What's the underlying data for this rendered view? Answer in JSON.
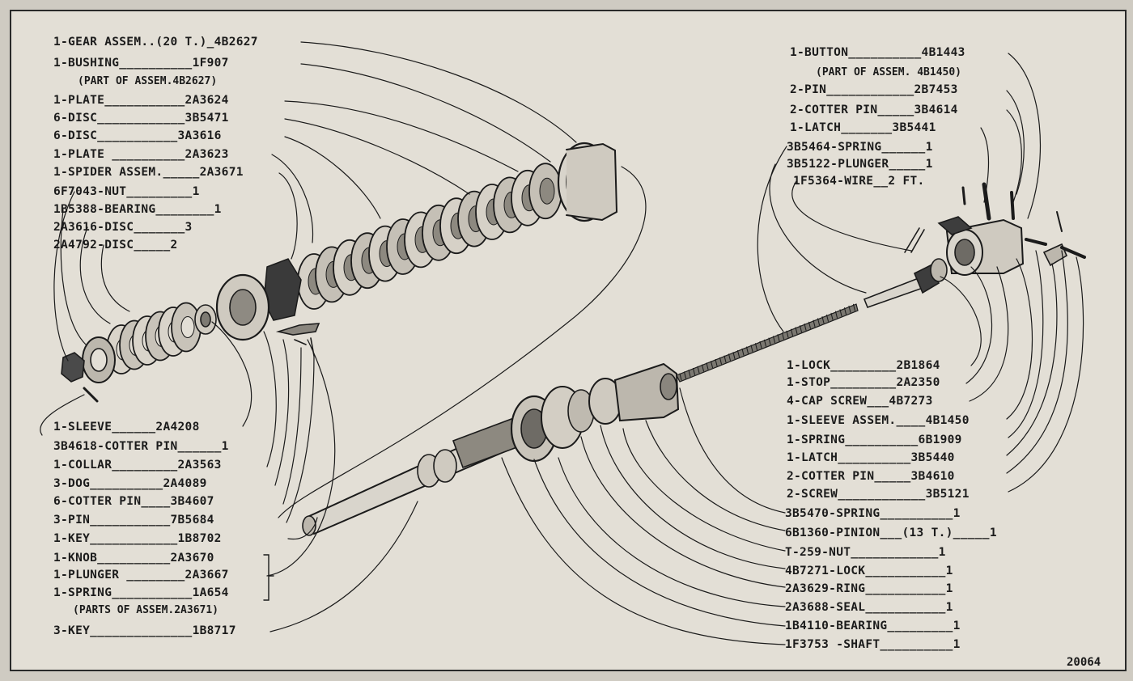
{
  "left_labels": [
    "1-GEAR ASSEM..(20 T.)_4B2627",
    "1-BUSHING__________1F907",
    "1-PLATE___________2A3624",
    "6-DISC____________3B5471",
    "6-DISC___________3A3616",
    "1-PLATE __________2A3623",
    "1-SPIDER ASSEM._____2A3671",
    "6F7043-NUT_________1",
    "1B5388-BEARING________1",
    "2A3616-DISC_______3",
    "2A4792-DISC_____2",
    "1-SLEEVE______2A4208",
    "3B4618-COTTER PIN______1",
    "1-COLLAR_________2A3563",
    "3-DOG__________2A4089",
    "6-COTTER PIN____3B4607",
    "3-PIN___________7B5684",
    "1-KEY____________1B8702",
    "1-KNOB__________2A3670",
    "1-PLUNGER ________2A3667",
    "1-SPRING___________1A654",
    "3-KEY______________1B8717"
  ],
  "left_notes": [
    "(PART OF ASSEM.4B2627)",
    "(PARTS OF ASSEM.2A3671)"
  ],
  "right_top_labels": [
    "1-BUTTON__________4B1443",
    "2-PIN____________2B7453",
    "2-COTTER PIN_____3B4614",
    "1-LATCH_______3B5441",
    "3B5464-SPRING______1",
    "3B5122-PLUNGER_____1",
    "1F5364-WIRE__2 FT."
  ],
  "right_top_note": "(PART OF ASSEM. 4B1450)",
  "right_mid_labels": [
    "1-LOCK_________2B1864",
    "1-STOP_________2A2350",
    "4-CAP SCREW___4B7273",
    "1-SLEEVE ASSEM.____4B1450",
    "1-SPRING__________6B1909",
    "1-LATCH__________3B5440",
    "2-COTTER PIN_____3B4610",
    "2-SCREW____________3B5121"
  ],
  "right_bottom_labels": [
    "3B5470-SPRING__________1",
    "6B1360-PINION___(13 T.)_____1",
    "T-259-NUT____________1",
    "4B7271-LOCK___________1",
    "2A3629-RING___________1",
    "2A3688-SEAL___________1",
    "1B4110-BEARING_________1",
    "1F3753 -SHAFT__________1"
  ],
  "figure_number": "20064"
}
